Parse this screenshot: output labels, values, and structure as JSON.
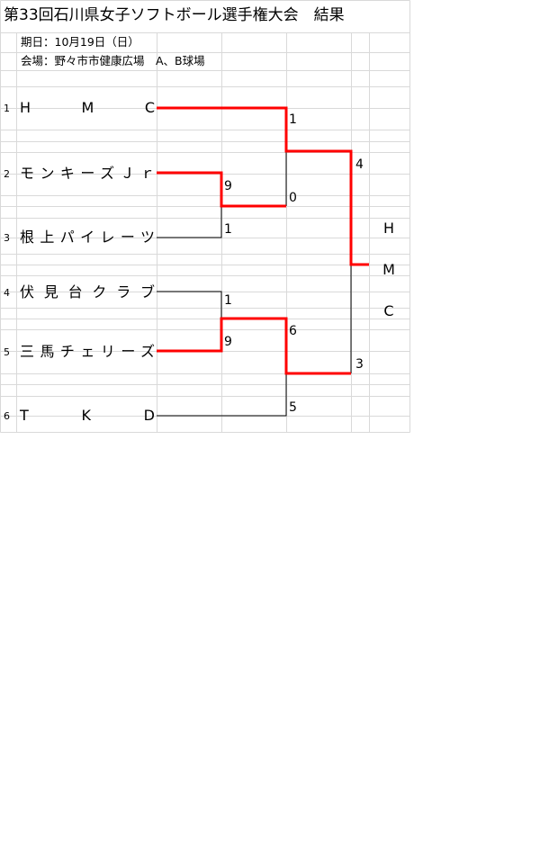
{
  "title": "第33回石川県女子ソフトボール選手権大会　結果",
  "date": "期日：10月19日（日）",
  "venue": "会場：野々市市健康広場　A、B球場",
  "teams": [
    {
      "seed": "1",
      "name": "H M C"
    },
    {
      "seed": "2",
      "name": "モンキーズＪｒ"
    },
    {
      "seed": "3",
      "name": "根上パイレーツ"
    },
    {
      "seed": "4",
      "name": "伏見台クラブ"
    },
    {
      "seed": "5",
      "name": "三馬チェリーズ"
    },
    {
      "seed": "6",
      "name": "T K D"
    }
  ],
  "scores": {
    "r1_t2": "9",
    "r1_t3": "1",
    "r1_t4": "1",
    "r1_t5": "9",
    "sf_t1": "1",
    "sf_w23": "0",
    "sf_w45": "6",
    "sf_t6": "5",
    "final_top": "4",
    "final_bottom": "3"
  },
  "winner": [
    "H",
    "M",
    "C"
  ],
  "colors": {
    "winner_line": "#ff0000",
    "line": "#000000",
    "grid": "#d9d9d9"
  }
}
